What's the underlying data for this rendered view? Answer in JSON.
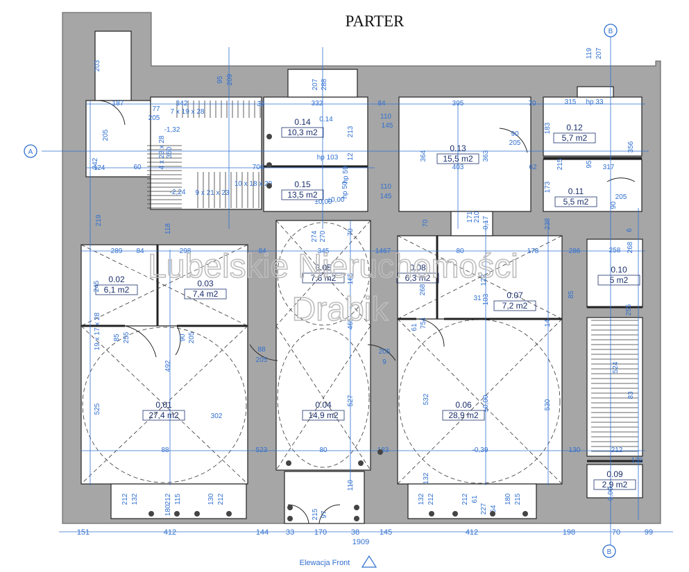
{
  "title": "PARTER",
  "watermark": {
    "line1": "Lubelskie Nieruchomości",
    "line2": "Drabik"
  },
  "elevation_label": "Elewacja Front",
  "section_markers": {
    "a": "A",
    "b": "B"
  },
  "rooms": [
    {
      "num": "0.01",
      "area": "27,4 m2"
    },
    {
      "num": "0.02",
      "area": "6,1 m2"
    },
    {
      "num": "0.03",
      "area": "7,4 m2"
    },
    {
      "num": "0.04",
      "area": "14,9 m2"
    },
    {
      "num": "0.05",
      "area": "7,6 m2"
    },
    {
      "num": "0.06",
      "area": "28,9 m2"
    },
    {
      "num": "0.07",
      "area": "7,2 m2"
    },
    {
      "num": "0.08",
      "area": "6,3 m2"
    },
    {
      "num": "0.09",
      "area": "2,9 m2"
    },
    {
      "num": "0.10",
      "area": "5 m2"
    },
    {
      "num": "0.11",
      "area": "5,5 m2"
    },
    {
      "num": "0.12",
      "area": "5,7 m2"
    },
    {
      "num": "0.13",
      "area": "15,5 m2"
    },
    {
      "num": "0.14",
      "area": "10,3 m2"
    },
    {
      "num": "0.15",
      "area": "13,5 m2"
    }
  ],
  "dims": {
    "bottom": [
      "151",
      "412",
      "144",
      "33",
      "170",
      "38",
      "145",
      "412",
      "198",
      "70",
      "99",
      "1909"
    ],
    "labels": [
      "203",
      "187",
      "77",
      "205",
      "342",
      "7 x 19 x 28",
      "95",
      "209",
      "207",
      "288",
      "32",
      "332",
      "84",
      "395",
      "70",
      "315",
      "hp 33",
      "119",
      "207",
      "-1,32",
      "205",
      "242",
      "124",
      "60",
      "4 x 23 x 28",
      "350",
      "706",
      "hp 103",
      "213",
      "12",
      "0.14",
      "110",
      "145",
      "90",
      "205",
      "183",
      "356",
      "364",
      "363",
      "403",
      "62",
      "317",
      "95",
      "215",
      "-2,24",
      "9 x 21 x 23",
      "10 x 18 x 29",
      "±0,00",
      "hp 59",
      "hp 50",
      "110",
      "145",
      "173",
      "90",
      "205",
      "±0,00",
      "219",
      "118",
      "274",
      "270",
      "70",
      "171",
      "210",
      "70",
      "-0,17",
      "238",
      "6",
      "289",
      "84",
      "298",
      "84",
      "345",
      "1467",
      "80",
      "178",
      "286",
      "258",
      "268",
      "245",
      "268",
      "165",
      "122",
      "103",
      "31",
      "85",
      "255",
      "85",
      "255",
      "90",
      "205",
      "88",
      "205",
      "205",
      "9",
      "61",
      "754",
      "14",
      "19 x 17 x 28",
      "492",
      "465",
      "524",
      "525",
      "527",
      "532",
      "±0,00",
      "530",
      "83",
      "302",
      "88",
      "523",
      "80",
      "183",
      "-0,39",
      "130",
      "212",
      "132",
      "212",
      "132",
      "212",
      "115",
      "130",
      "212",
      "110",
      "132",
      "212",
      "132",
      "212",
      "61",
      "180",
      "215",
      "180",
      "215",
      "97",
      "227",
      "54",
      "-0,00"
    ]
  },
  "colors": {
    "wall": "#a6a6a6",
    "dim": "#2f6fd0",
    "room_text": "#1a2e6b",
    "watermark": "#c4c4c4",
    "line": "#222222"
  }
}
